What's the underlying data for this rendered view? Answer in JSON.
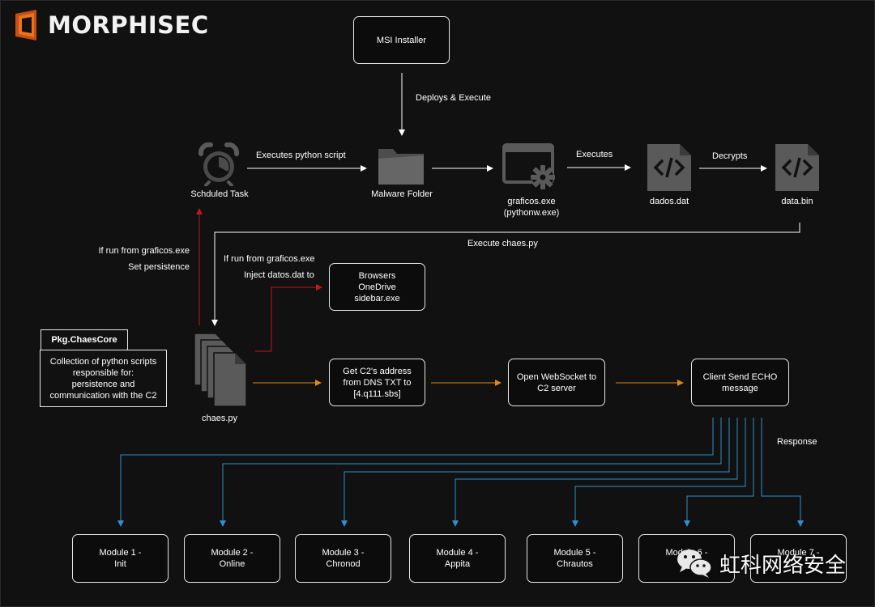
{
  "brand": {
    "name": "MORPHISEC"
  },
  "nodes": {
    "msi_installer": "MSI Installer",
    "scheduled_task": "Schduled Task",
    "malware_folder": "Malware Folder",
    "graficos": "graficos.exe\n(pythonw.exe)",
    "dados": "dados.dat",
    "data_bin": "data.bin",
    "browsers": "Browsers\nOneDrive\nsidebar.exe",
    "chaes_py": "chaes.py",
    "get_c2": "Get C2's address\nfrom DNS TXT to\n[4.q111.sbs]",
    "open_ws": "Open WebSocket to\nC2 server",
    "client_echo": "Client Send ECHO\nmessage"
  },
  "package": {
    "title": "Pkg.ChaesCore",
    "description": "Collection of python scripts\nresponsible for:\npersistence and\ncommunication with the C2"
  },
  "edge_labels": {
    "deploys_execute": "Deploys & Execute",
    "executes_python": "Executes python script",
    "executes": "Executes",
    "decrypts": "Decrypts",
    "execute_chaes": "Execute chaes.py",
    "if_run_left": "If run from graficos.exe",
    "set_persistence": "Set persistence",
    "if_run_mid": "If run from graficos.exe",
    "inject": "Inject datos.dat to",
    "response": "Response"
  },
  "modules": [
    "Module 1 -\nInit",
    "Module 2 -\nOnline",
    "Module 3 -\nChronod",
    "Module 4 -\nAppita",
    "Module 5 -\nChrautos",
    "Module 6 -\nS",
    "Module 7 -"
  ],
  "watermark": {
    "text": "虹科网络安全"
  },
  "colors": {
    "background": "#111111",
    "line_white": "#ffffff",
    "line_red": "#c0181c",
    "line_orange": "#d98a1f",
    "line_blue": "#2f8fd0",
    "logo_orange": "#f0701e"
  }
}
